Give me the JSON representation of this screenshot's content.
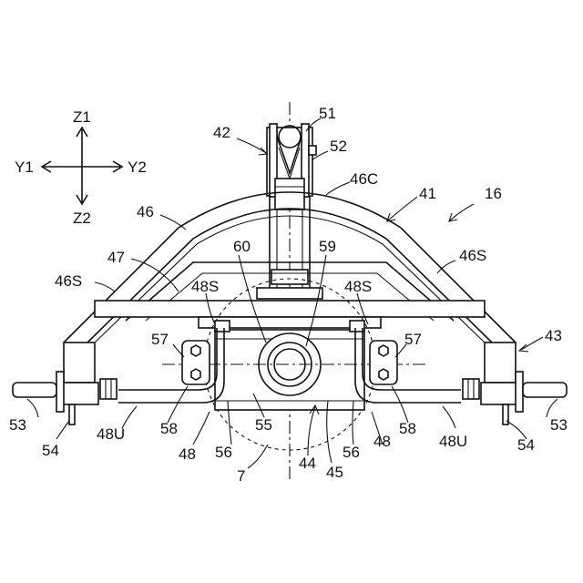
{
  "axes": {
    "z1": "Z1",
    "z2": "Z2",
    "y1": "Y1",
    "y2": "Y2"
  },
  "labels": {
    "l42": "42",
    "l51": "51",
    "l52": "52",
    "l46c": "46C",
    "l41": "41",
    "l16": "16",
    "l46": "46",
    "l47": "47",
    "l60": "60",
    "l59": "59",
    "l46s_right": "46S",
    "l46s_left": "46S",
    "l48s_left": "48S",
    "l48s_right": "48S",
    "l43": "43",
    "l57_left": "57",
    "l57_right": "57",
    "l53_left": "53",
    "l53_right": "53",
    "l54_left": "54",
    "l54_right": "54",
    "l48u_left": "48U",
    "l48u_right": "48U",
    "l58_left": "58",
    "l58_right": "58",
    "l55": "55",
    "l48_left": "48",
    "l48_right": "48",
    "l56_left": "56",
    "l56_right": "56",
    "l44": "44",
    "l45": "45",
    "l7": "7"
  }
}
